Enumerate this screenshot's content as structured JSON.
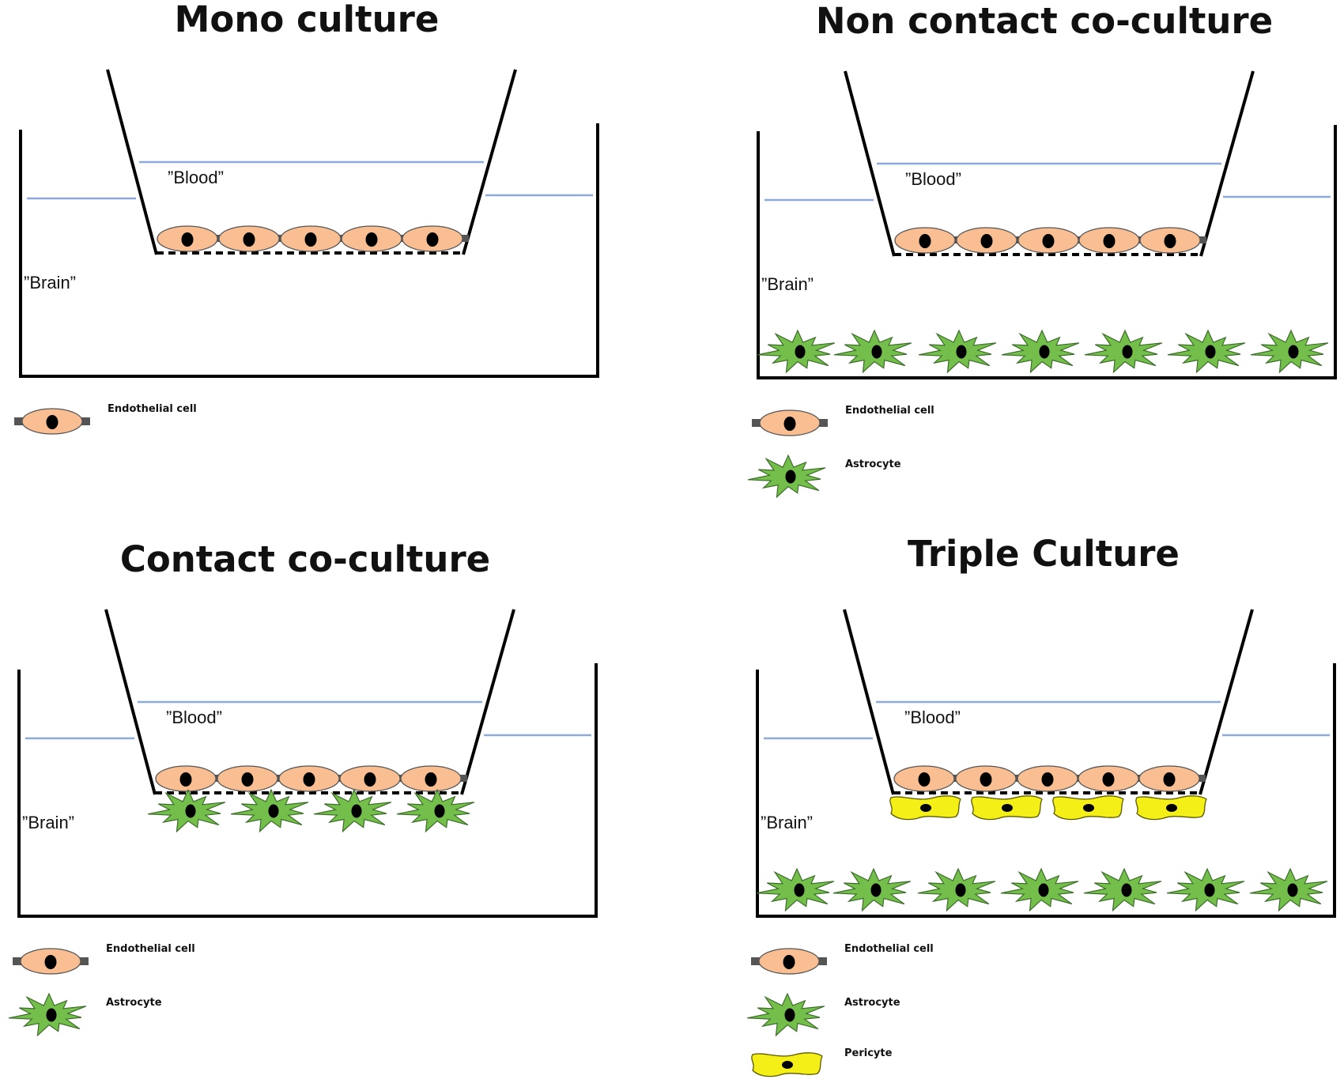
{
  "colors": {
    "endothelial": "#f9bf93",
    "astrocyte": "#74be4b",
    "pericyte": "#f4ef16",
    "nucleus": "#000000",
    "liquid": "#8eaadb",
    "outline": "#000000"
  },
  "panels": [
    {
      "id": "mono",
      "title": "Mono culture",
      "blood_label": "”Blood”",
      "brain_label": "”Brain”",
      "cells": {
        "endothelial": 5,
        "astrocytes_under_insert": 0,
        "pericytes": 0,
        "astrocytes_bottom": 0
      },
      "legend": [
        {
          "cell": "endothelial",
          "label": "Endothelial cell"
        }
      ]
    },
    {
      "id": "non-contact",
      "title": "Non contact co-culture",
      "blood_label": "”Blood”",
      "brain_label": "”Brain”",
      "cells": {
        "endothelial": 5,
        "astrocytes_under_insert": 0,
        "pericytes": 0,
        "astrocytes_bottom": 7
      },
      "legend": [
        {
          "cell": "endothelial",
          "label": "Endothelial cell"
        },
        {
          "cell": "astrocyte",
          "label": "Astrocyte"
        }
      ]
    },
    {
      "id": "contact",
      "title": "Contact co-culture",
      "blood_label": "”Blood”",
      "brain_label": "”Brain”",
      "cells": {
        "endothelial": 5,
        "astrocytes_under_insert": 4,
        "pericytes": 0,
        "astrocytes_bottom": 0
      },
      "legend": [
        {
          "cell": "endothelial",
          "label": "Endothelial cell"
        },
        {
          "cell": "astrocyte",
          "label": "Astrocyte"
        }
      ]
    },
    {
      "id": "triple",
      "title": "Triple Culture",
      "blood_label": "”Blood”",
      "brain_label": "”Brain”",
      "cells": {
        "endothelial": 5,
        "astrocytes_under_insert": 0,
        "pericytes": 4,
        "astrocytes_bottom": 7
      },
      "legend": [
        {
          "cell": "endothelial",
          "label": "Endothelial cell"
        },
        {
          "cell": "astrocyte",
          "label": "Astrocyte"
        },
        {
          "cell": "pericyte",
          "label": "Pericyte"
        }
      ]
    }
  ]
}
